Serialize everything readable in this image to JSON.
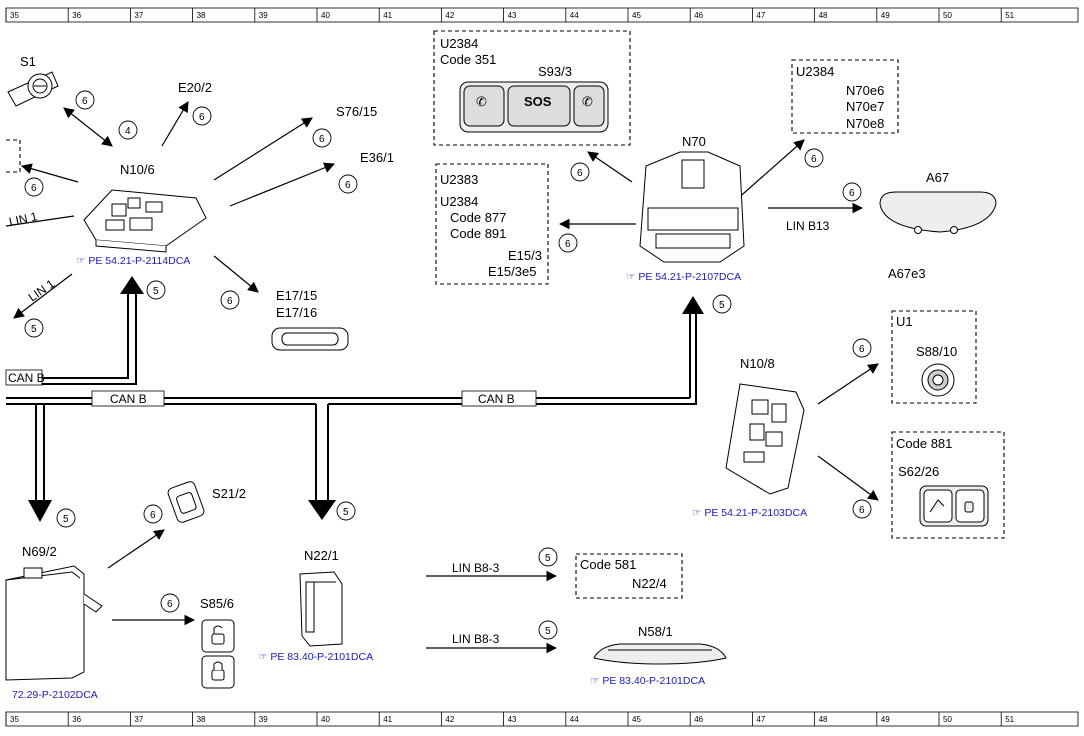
{
  "ruler": [
    "35",
    "36",
    "37",
    "38",
    "39",
    "40",
    "41",
    "42",
    "43",
    "44",
    "45",
    "46",
    "47",
    "48",
    "49",
    "50",
    "51"
  ],
  "components": {
    "s1": "S1",
    "n10_6": "N10/6",
    "e20_2": "E20/2",
    "s76_15": "S76/15",
    "e36_1": "E36/1",
    "e17_15": "E17/15",
    "e17_16": "E17/16",
    "n70": "N70",
    "a67": "A67",
    "a67e3": "A67e3",
    "n10_8": "N10/8",
    "s88_10": "S88/10",
    "s62_26": "S62/26",
    "n69_2": "N69/2",
    "s21_2": "S21/2",
    "s85_6": "S85/6",
    "n22_1": "N22/1",
    "n58_1": "N58/1",
    "s93_3": "S93/3"
  },
  "boxes": {
    "u2384_top": "U2384",
    "code351": "Code 351",
    "u2384_right": "U2384",
    "n70e6": "N70e6",
    "n70e7": "N70e7",
    "n70e8": "N70e8",
    "u2383": "U2383",
    "u2384_mid": "U2384",
    "code877": "Code 877",
    "code891": "Code 891",
    "e15_3": "E15/3",
    "e15_3e5": "E15/3e5",
    "u1": "U1",
    "code881": "Code 881",
    "code581": "Code 581",
    "n22_4": "N22/4"
  },
  "buses": {
    "can_b_left": "CAN B",
    "can_b_mid": "CAN B",
    "can_b_right": "CAN B",
    "lin1_a": "LIN 1",
    "lin1_b": "LIN 1",
    "lin_b13": "LIN B13",
    "lin_b8_3_a": "LIN B8-3",
    "lin_b8_3_b": "LIN B8-3"
  },
  "refs": {
    "ref_n10_6": "PE 54.21-P-2114DCA",
    "ref_n70": "PE 54.21-P-2107DCA",
    "ref_n10_8": "PE 54.21-P-2103DCA",
    "ref_n69_2": "72.29-P-2102DCA",
    "ref_n22_1": "PE 83.40-P-2101DCA",
    "ref_n58_1": "PE 83.40-P-2101DCA"
  },
  "markers": {
    "m4": "4",
    "m5": "5",
    "m6": "6"
  },
  "button_labels": {
    "sos": "SOS"
  },
  "colors": {
    "reference_link": "#1a1acc",
    "line": "#000000"
  }
}
